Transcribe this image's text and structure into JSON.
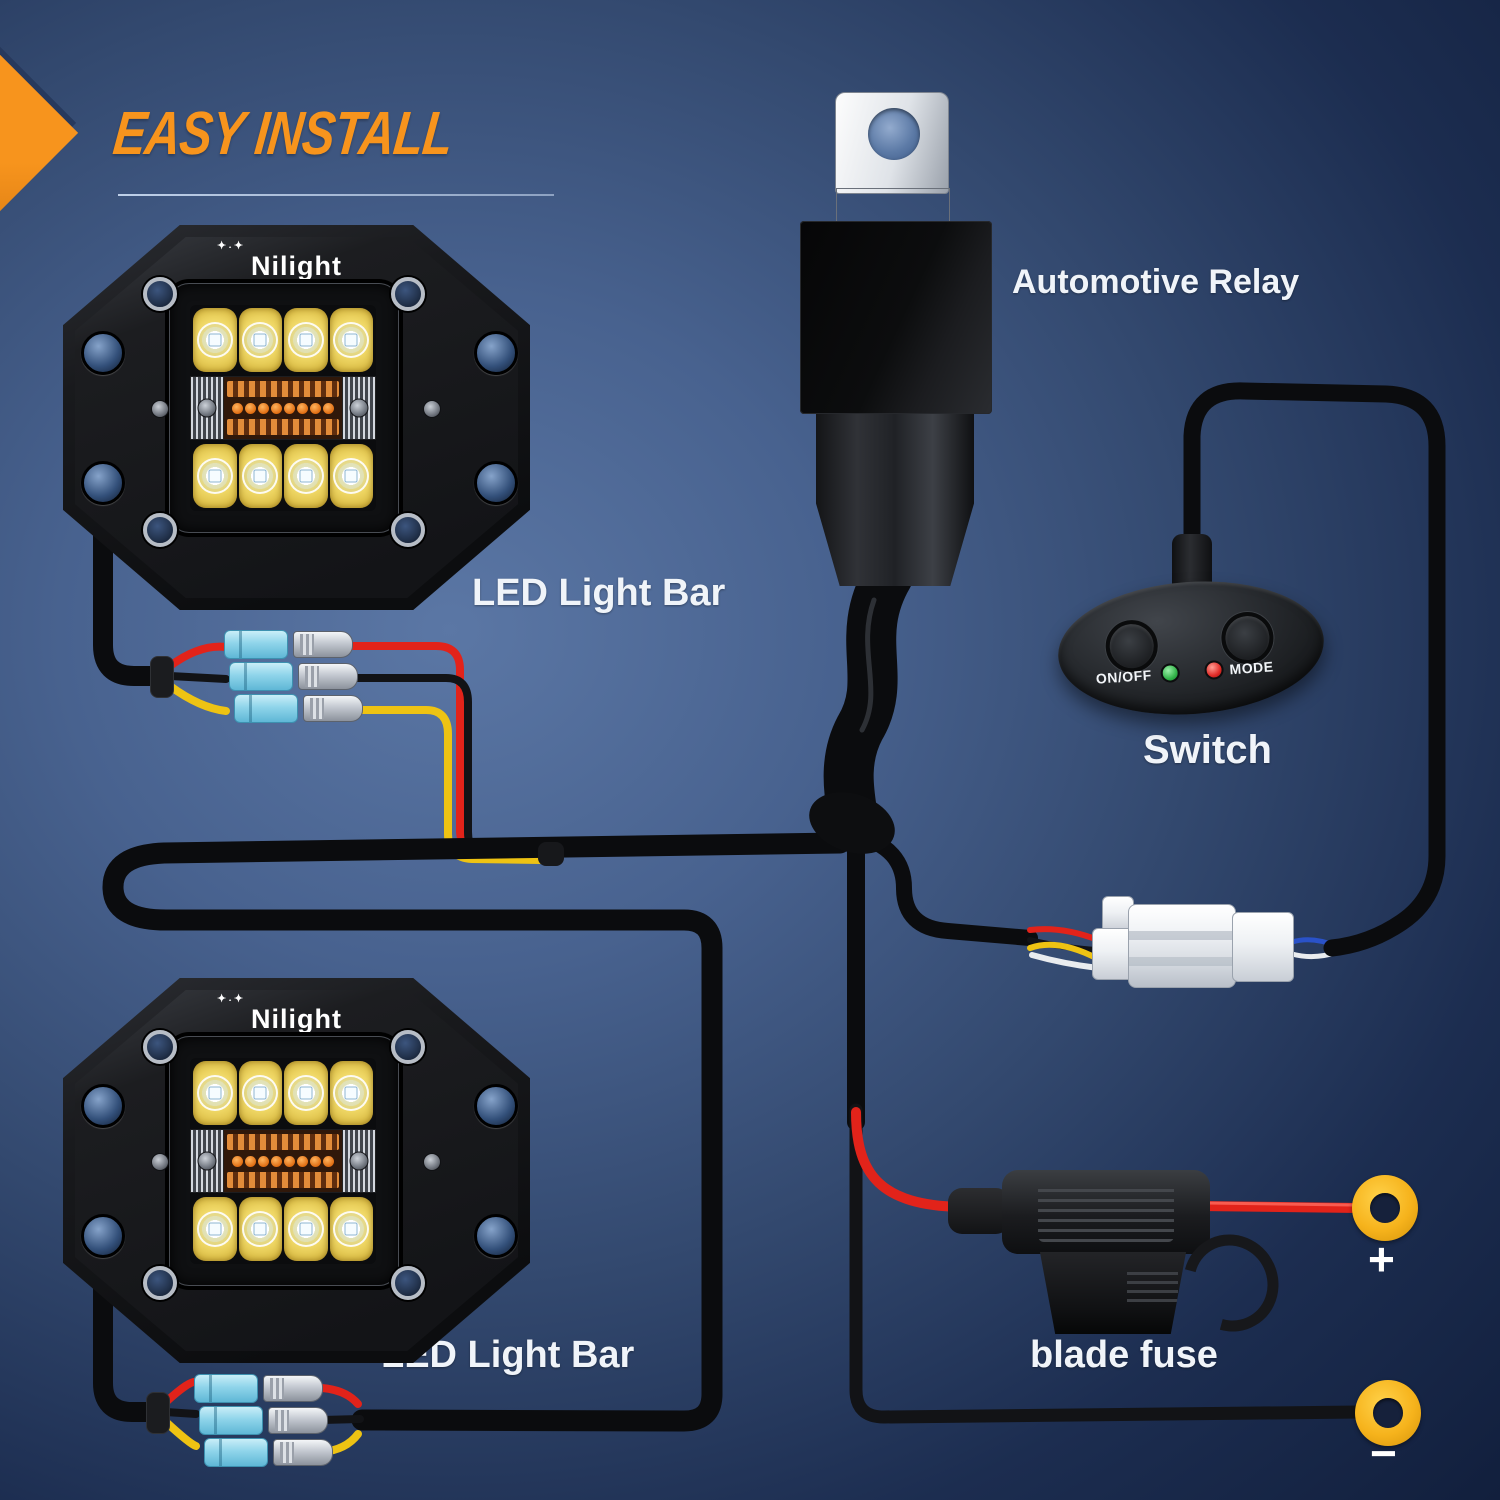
{
  "header": {
    "title": "EASY INSTALL"
  },
  "brand": {
    "logo": "Nilight",
    "sparkles": "✦˖✦"
  },
  "components": {
    "light_bar_top": {
      "label": "LED Light Bar"
    },
    "light_bar_bottom": {
      "label": "LED Light Bar"
    },
    "relay": {
      "label": "Automotive Relay"
    },
    "switch_pod": {
      "label": "Switch",
      "on_off_button": "ON/OFF",
      "mode_button": "MODE"
    },
    "fuse": {
      "label": "blade fuse"
    },
    "battery": {
      "positive": "+",
      "negative": "−"
    }
  },
  "light_bar_spec": {
    "leds_per_row": 4,
    "led_rows": 2,
    "amber_dots": 8
  },
  "colors": {
    "accent_orange": "#f7941d",
    "wire_red": "#e2231a",
    "wire_yellow": "#eec313",
    "wire_blue": "#2a52c8",
    "wire_white": "#e9ecef",
    "connector_cyan": "#8fd4ea",
    "terminal_yellow": "#f6b31c",
    "led_green": "#33b44a",
    "led_red": "#e02b27",
    "label_white": "#f0f4f9"
  }
}
